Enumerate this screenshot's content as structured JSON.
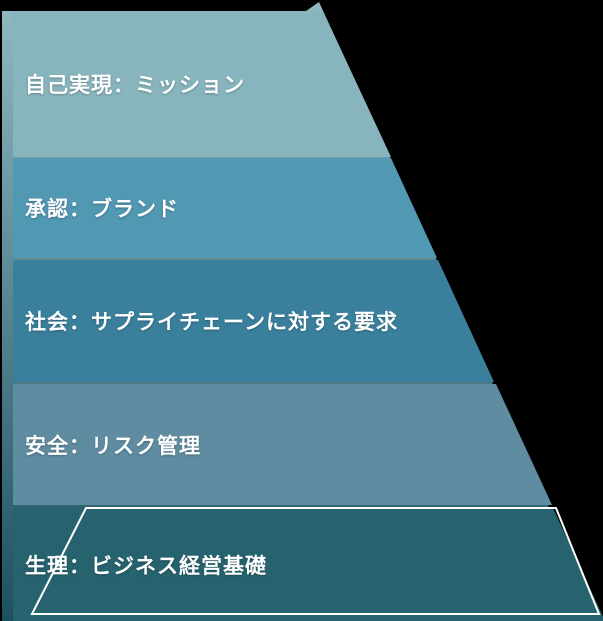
{
  "diagram": {
    "type": "pyramid-hierarchy",
    "description": "Maslow-style needs pyramid mapped to business concepts",
    "background_color": "#000000",
    "text_color": "#FFFFFF",
    "silhouette_gradient": {
      "top": "#8FB9C1",
      "bottom": "#1C5160"
    },
    "base_outline_color": "#FFFFFF",
    "levels": [
      {
        "id": "self-actualization",
        "label": "自己実現：ミッション",
        "color": "#87B4BD"
      },
      {
        "id": "esteem",
        "label": "承認：ブランド",
        "color": "#5198B3"
      },
      {
        "id": "social",
        "label": "社会：サプライチェーンに対する要求",
        "color": "#3A809C"
      },
      {
        "id": "safety",
        "label": "安全：リスク管理",
        "color": "#5F8CA1"
      },
      {
        "id": "physiological",
        "label": "生理：ビジネス経営基礎",
        "color": "#27636F"
      }
    ]
  }
}
